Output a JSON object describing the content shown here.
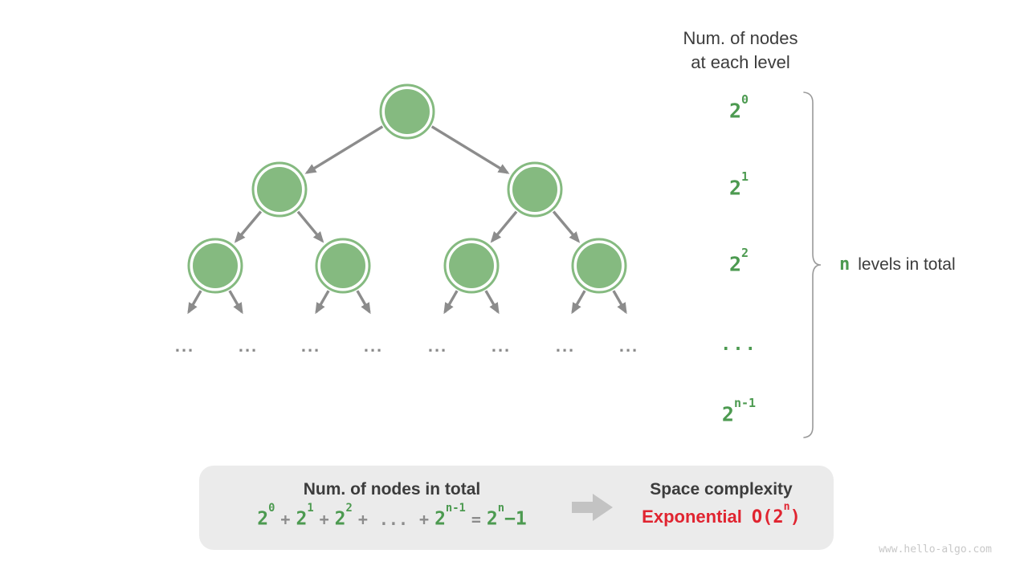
{
  "header": {
    "line1": "Num. of nodes",
    "line2": "at each level"
  },
  "tree": {
    "ellipsis": "..."
  },
  "level_labels": {
    "l0_base": "2",
    "l0_sup": "0",
    "l1_base": "2",
    "l1_sup": "1",
    "l2_base": "2",
    "l2_sup": "2",
    "ellipsis": "...",
    "ln_base": "2",
    "ln_sup": "n-1"
  },
  "brace_label": {
    "n": "n",
    "text": "levels in total"
  },
  "summary": {
    "left_title": "Num. of nodes in total",
    "formula": {
      "t1_base": "2",
      "t1_sup": "0",
      "op1": "+",
      "t2_base": "2",
      "t2_sup": "1",
      "op2": "+",
      "t3_base": "2",
      "t3_sup": "2",
      "op3": "+",
      "dots": "...",
      "op4": "+",
      "t4_base": "2",
      "t4_sup": "n-1",
      "eq": "=",
      "t5_base": "2",
      "t5_sup": "n",
      "t5_tail": "−1"
    },
    "right_title": "Space complexity",
    "complexity_word": "Exponential",
    "big_o": {
      "prefix": "O(",
      "base": "2",
      "sup": "n",
      "suffix": ")"
    }
  },
  "watermark": "www.hello-algo.com",
  "colors": {
    "node_green": "#85ba80",
    "text_green": "#4c9a50",
    "edge_gray": "#8c8c8c",
    "text_dark": "#3c3c3c",
    "red": "#e02430",
    "box_bg": "#ebebeb",
    "block_arrow": "#c3c3c3",
    "brace_gray": "#9a9a9a",
    "watermark_gray": "#c8c8c8"
  }
}
